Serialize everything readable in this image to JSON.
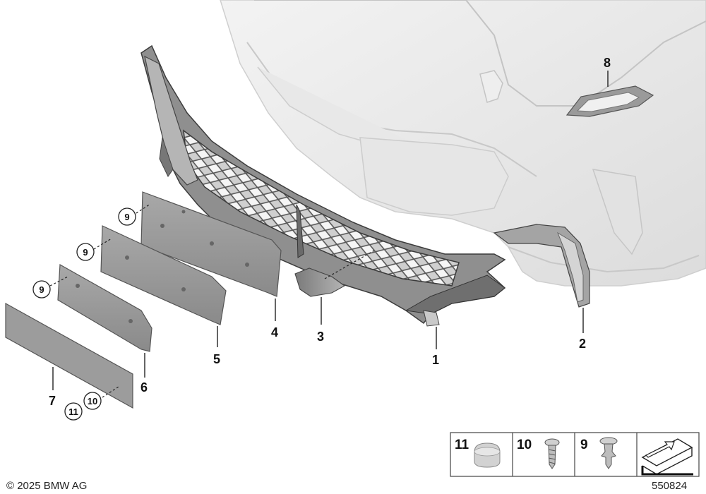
{
  "callouts": {
    "p1": "1",
    "p2": "2",
    "p3": "3",
    "p4": "4",
    "p5": "5",
    "p6": "6",
    "p7": "7",
    "p8": "8",
    "p9a": "9",
    "p9b": "9",
    "p9c": "9",
    "p10": "10",
    "p11": "11"
  },
  "legend": {
    "items": [
      {
        "number": "11",
        "icon": "cap-icon"
      },
      {
        "number": "10",
        "icon": "screw-icon"
      },
      {
        "number": "9",
        "icon": "expanding-rivet-icon"
      },
      {
        "number": "",
        "icon": "document-arrow-icon"
      }
    ]
  },
  "footer": {
    "copyright": "© 2025 BMW AG",
    "diagram_id": "550824"
  }
}
